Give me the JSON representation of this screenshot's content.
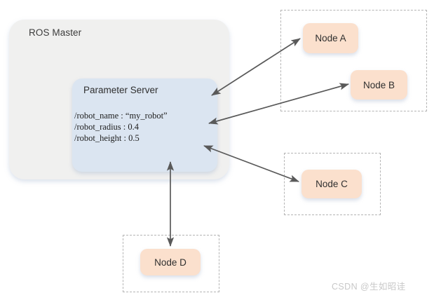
{
  "diagram": {
    "master": {
      "label": "ROS Master",
      "fill": "#f0f0ef"
    },
    "parameter_server": {
      "title": "Parameter Server",
      "fill": "#dbe5f1",
      "parameters": [
        "/robot_name :  “my_robot”",
        "/robot_radius : 0.4",
        "/robot_height : 0.5"
      ]
    },
    "nodes": [
      {
        "id": "node-a",
        "label": "Node A",
        "fill": "#fbe0cd"
      },
      {
        "id": "node-b",
        "label": "Node B",
        "fill": "#fbe0cd"
      },
      {
        "id": "node-c",
        "label": "Node C",
        "fill": "#fbe0cd"
      },
      {
        "id": "node-d",
        "label": "Node D",
        "fill": "#fbe0cd"
      }
    ],
    "connections": [
      {
        "from": "parameter-server",
        "to": "node-a",
        "style": "bidirectional"
      },
      {
        "from": "parameter-server",
        "to": "node-b",
        "style": "bidirectional"
      },
      {
        "from": "parameter-server",
        "to": "node-c",
        "style": "bidirectional"
      },
      {
        "from": "parameter-server",
        "to": "node-d",
        "style": "bidirectional"
      }
    ],
    "arrow_color": "#595959",
    "group_border_color": "#b4b4b4"
  },
  "watermark": {
    "text": "CSDN @生如昭诖"
  }
}
